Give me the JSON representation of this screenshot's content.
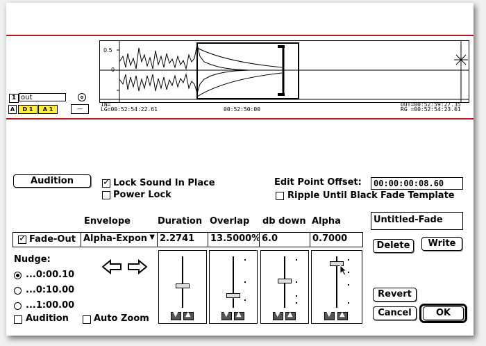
{
  "timeline": {
    "track_number": "1",
    "track_name": "out",
    "track_a": "A",
    "track_d1": "D 1",
    "track_a1": "A 1",
    "minus": "—",
    "y_top": "0.5",
    "y_mid": "0",
    "in_label": "IN=",
    "lg_label": "LG=00:52:54:22.61",
    "center_tc": "00:52:50:00",
    "out_label": "OUT=00:52:59:27.35",
    "rg_label": "RG =00:52:54:23.61"
  },
  "controls": {
    "audition_button": "Audition",
    "lock_sound": "Lock Sound In Place",
    "power_lock": "Power Lock",
    "edit_point_label": "Edit Point Offset:",
    "edit_point_value": "00:00:00:08.60",
    "ripple": "Ripple Until Black",
    "fade_template": "Fade Template",
    "template_name": "Untitled-Fade",
    "delete_button": "Delete",
    "write_button": "Write",
    "revert_button": "Revert",
    "cancel_button": "Cancel",
    "ok_button": "OK"
  },
  "columns": {
    "envelope": "Envelope",
    "duration": "Duration",
    "overlap": "Overlap",
    "db_down": "db down",
    "alpha": "Alpha"
  },
  "row": {
    "fade_out": "Fade-Out",
    "envelope_value": "Alpha-Expon",
    "duration_value": "2.2741",
    "overlap_value": "13.5000%",
    "db_value": "6.0",
    "alpha_value": "0.7000"
  },
  "nudge": {
    "label": "Nudge:",
    "opt1": "...0:00.10",
    "opt2": "...0:10.00",
    "opt3": "...1:00.00",
    "audition": "Audition",
    "auto_zoom": "Auto Zoom"
  },
  "sliders": {
    "duration_level": 0.45,
    "overlap_level": 0.25,
    "db_level": 0.55,
    "alpha_level": 0.9
  }
}
